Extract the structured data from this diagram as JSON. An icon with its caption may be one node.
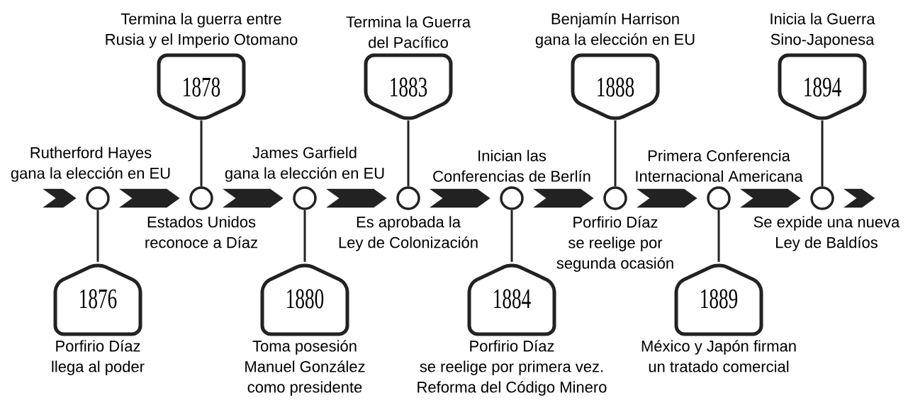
{
  "diagram": {
    "nodes": [
      {
        "text": [],
        "shape": "circle",
        "beside": [
          "Rutherford Hayes gana la elección en EU"
        ]
      },
      {
        "text": [],
        "shape": "circle",
        "beside": [
          "Estados Unidos reconoce a Díaz"
        ]
      },
      {
        "text": [],
        "shape": "circle",
        "beside": [
          "James Garfield gana la elección en EU"
        ]
      },
      {
        "text": [],
        "shape": "circle",
        "beside": [
          "Es aprobada la Ley de Colonización"
        ]
      },
      {
        "text": [],
        "shape": "circle",
        "beside": [
          "Inician las Conferencias de Berlín"
        ]
      },
      {
        "text": [],
        "shape": "circle",
        "beside": [
          "Porfirio Díaz se reelige por segunda ocasión"
        ]
      },
      {
        "text": [],
        "shape": "circle",
        "beside": [
          "Primera Conferencia Internacional Americana"
        ]
      },
      {
        "text": [],
        "shape": "circle",
        "beside": [
          "Se expide una nueva Ley de Baldíos"
        ]
      },
      {
        "text": [
          "1876"
        ],
        "beside": [
          "Porfirio Díaz llega al poder"
        ]
      },
      {
        "text": [
          "1878"
        ],
        "beside": [
          "Termina la guerra entre Rusia y el Imperio Otomano"
        ]
      },
      {
        "text": [
          "1880"
        ],
        "beside": [
          "Toma posesión Manuel González como presidente"
        ]
      },
      {
        "text": [
          "1883"
        ],
        "beside": [
          "Termina la Guerra del Pacífico"
        ]
      },
      {
        "text": [
          "1884"
        ],
        "beside": [
          "Porfirio Díaz se reelige por primera vez. Reforma del Código Minero"
        ]
      },
      {
        "text": [
          "1888"
        ],
        "beside": [
          "Benjamín Harrison gana la elección en EU"
        ]
      },
      {
        "text": [
          "1889"
        ],
        "beside": [
          "México y Japón firman un tratado comercial"
        ]
      },
      {
        "text": [
          "1894"
        ],
        "beside": [
          "Inicia la Guerra Sino-Japonesa"
        ]
      }
    ],
    "edges": [
      {
        "from": null,
        "to": 0,
        "arrow": "to"
      },
      {
        "from": 0,
        "to": 1,
        "arrow": "to"
      },
      {
        "from": 1,
        "to": 2,
        "arrow": "to"
      },
      {
        "from": 2,
        "to": 3,
        "arrow": "to"
      },
      {
        "from": 3,
        "to": 4,
        "arrow": "to"
      },
      {
        "from": 4,
        "to": 5,
        "arrow": "to"
      },
      {
        "from": 5,
        "to": 6,
        "arrow": "to"
      },
      {
        "from": 6,
        "to": 7,
        "arrow": "to"
      },
      {
        "from": 7,
        "to": null,
        "arrow": "to"
      },
      {
        "from": 8,
        "to": 0,
        "arrow": "none"
      },
      {
        "from": 9,
        "to": 1,
        "arrow": "none"
      },
      {
        "from": 10,
        "to": 2,
        "arrow": "none"
      },
      {
        "from": 11,
        "to": 3,
        "arrow": "none"
      },
      {
        "from": 12,
        "to": 4,
        "arrow": "none"
      },
      {
        "from": 13,
        "to": 5,
        "arrow": "none"
      },
      {
        "from": 14,
        "to": 6,
        "arrow": "none"
      },
      {
        "from": 15,
        "to": 7,
        "arrow": "none"
      }
    ]
  }
}
